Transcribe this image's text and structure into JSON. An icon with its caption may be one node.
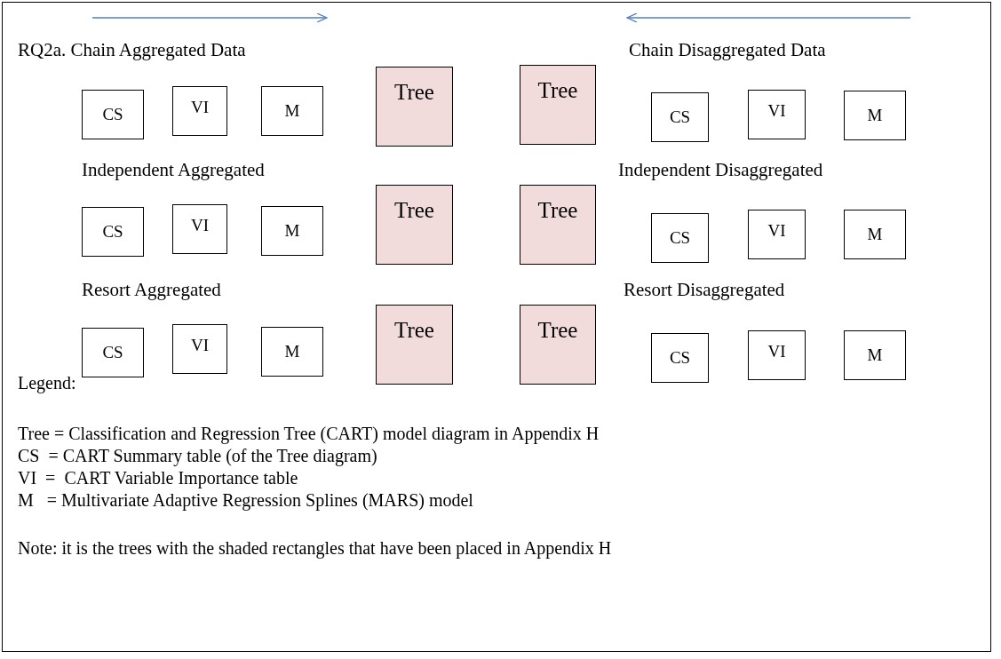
{
  "diagram": {
    "nodes": [
      {
        "text": [
          "CS"
        ]
      },
      {
        "text": [
          "VI"
        ]
      },
      {
        "text": [
          "M"
        ]
      },
      {
        "text": [
          "Tree"
        ]
      },
      {
        "text": [
          "Tree"
        ]
      },
      {
        "text": [
          "CS"
        ]
      },
      {
        "text": [
          "VI"
        ]
      },
      {
        "text": [
          "M"
        ]
      },
      {
        "text": [
          "CS"
        ]
      },
      {
        "text": [
          "VI"
        ]
      },
      {
        "text": [
          "M"
        ]
      },
      {
        "text": [
          "Tree"
        ]
      },
      {
        "text": [
          "Tree"
        ]
      },
      {
        "text": [
          "CS"
        ]
      },
      {
        "text": [
          "VI"
        ]
      },
      {
        "text": [
          "M"
        ]
      },
      {
        "text": [
          "CS"
        ]
      },
      {
        "text": [
          "VI"
        ]
      },
      {
        "text": [
          "M"
        ]
      },
      {
        "text": [
          "Tree"
        ]
      },
      {
        "text": [
          "Tree"
        ]
      },
      {
        "text": [
          "CS"
        ]
      },
      {
        "text": [
          "VI"
        ]
      },
      {
        "text": [
          "M"
        ]
      }
    ],
    "edges": [],
    "labels": [
      "RQ2a. Chain Aggregated Data",
      "Chain Disaggregated Data",
      "Independent Aggregated",
      "Independent Disaggregated",
      "Resort Aggregated",
      "Resort Disaggregated",
      "Legend:",
      "Tree = Classification and Regression Tree (CART) model diagram in Appendix H",
      "CS  = CART Summary table (of the Tree diagram)",
      "VI  =  CART Variable Importance table",
      "M   = Multivariate Adaptive Regression Splines (MARS) model",
      "Note: it is the trees with the shaded rectangles that have been placed in Appendix H"
    ]
  }
}
